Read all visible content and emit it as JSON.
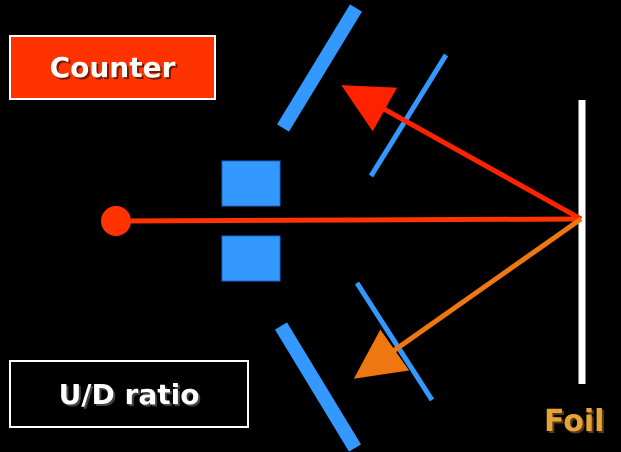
{
  "labels": {
    "counter": "Counter",
    "ud_ratio": "U/D ratio",
    "foil": "Foil"
  },
  "colors": {
    "background": "#000000",
    "incident_beam": "#ff3300",
    "scattered_up": "#ff2200",
    "scattered_down": "#ee7711",
    "detector": "#3399ff",
    "foil": "#ffffff",
    "counter_box": "#ff3300",
    "foil_label": "#e8a23a"
  }
}
